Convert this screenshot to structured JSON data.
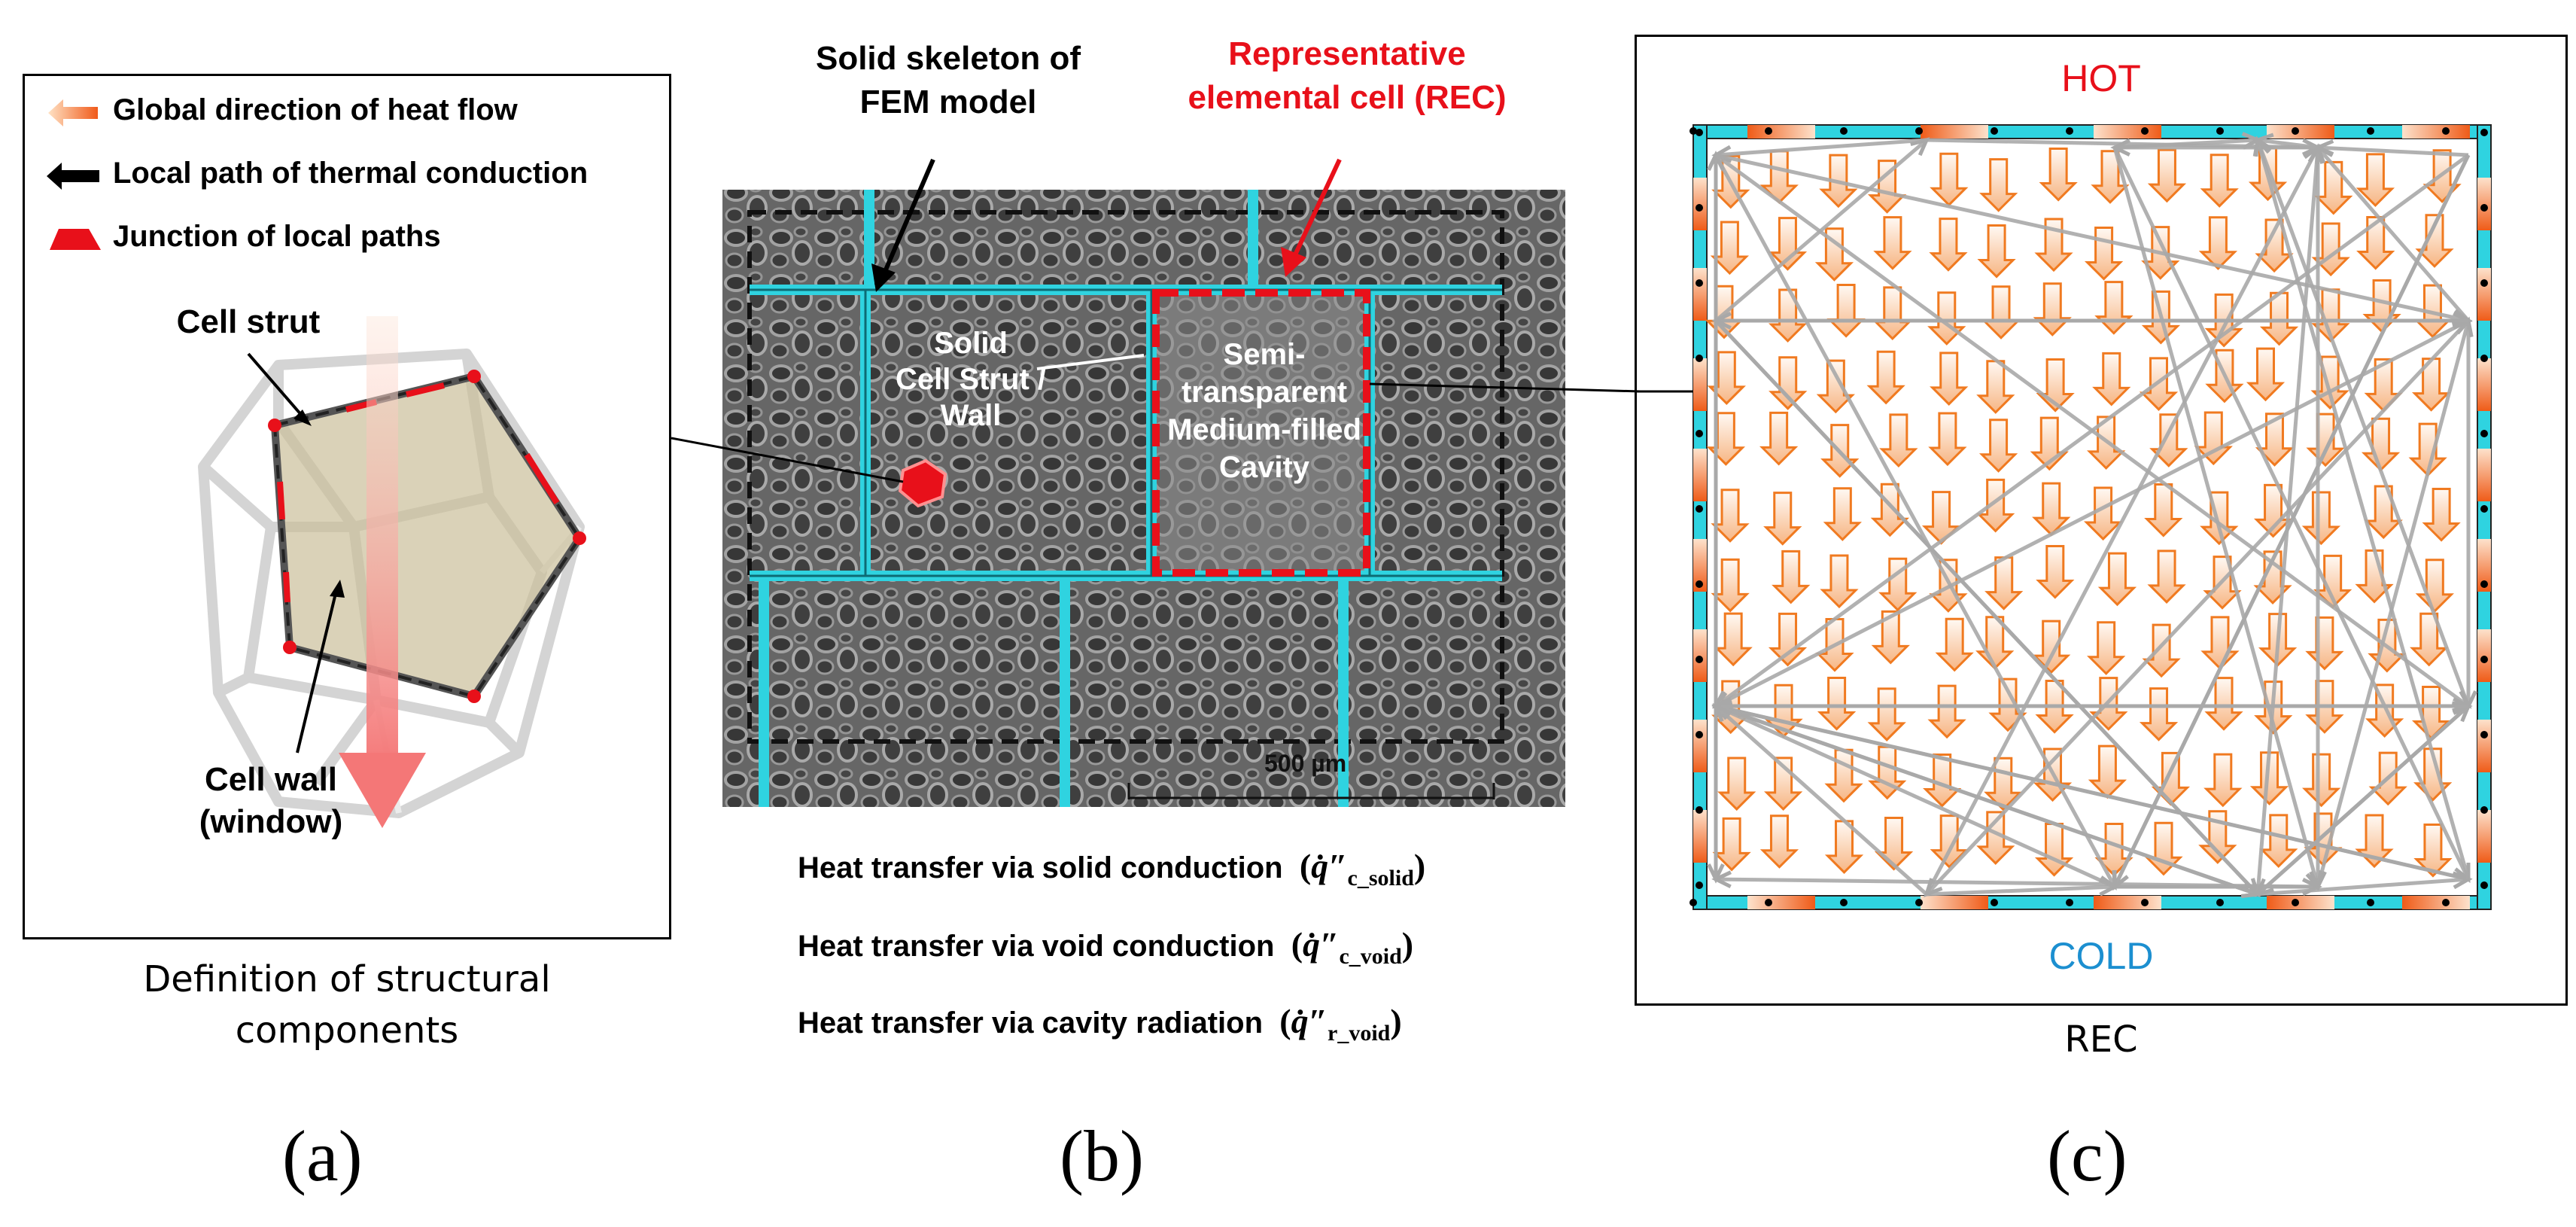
{
  "panel_a": {
    "legend": [
      {
        "icon": "orange-gradient-arrow-icon",
        "text": "Global direction of heat flow"
      },
      {
        "icon": "black-arrow-icon",
        "text": "Local path of thermal conduction"
      },
      {
        "icon": "red-junction-icon",
        "text": "Junction of local paths"
      }
    ],
    "strut_label": "Cell strut",
    "wall_label_line1": "Cell wall",
    "wall_label_line2": "(window)",
    "caption_line1": "Definition of structural",
    "caption_line2": "components",
    "letter": "(a)"
  },
  "panel_b": {
    "skeleton_line1": "Solid skeleton of",
    "skeleton_line2": "FEM model",
    "rec_line1": "Representative",
    "rec_line2": "elemental cell (REC)",
    "solid_lines": [
      "Solid",
      "Cell Strut /",
      "Wall"
    ],
    "cavity_lines": [
      "Semi-",
      "transparent",
      "Medium-filled",
      "Cavity"
    ],
    "scale": "500 µm",
    "legend": [
      {
        "icon": "orange-solid-arrow-icon",
        "text": "Heat transfer via solid conduction",
        "sym": "q̇″",
        "sub": "c_solid"
      },
      {
        "icon": "orange-outline-arrow-icon",
        "text": "Heat transfer via void conduction",
        "sym": "q̇″",
        "sub": "c_void"
      },
      {
        "icon": "gray-arrow-icon",
        "text": "Heat transfer via cavity radiation",
        "sym": "q̇″",
        "sub": "r_void"
      }
    ],
    "letter": "(b)"
  },
  "panel_c": {
    "hot": "HOT",
    "cold": "COLD",
    "caption": "REC",
    "letter": "(c)"
  },
  "colors": {
    "hot": "#e8101a",
    "cold": "#1c8fd0",
    "strut": "#2fd3e0",
    "orange": "#f07a20",
    "gray_arrow": "#a8a8a8"
  }
}
